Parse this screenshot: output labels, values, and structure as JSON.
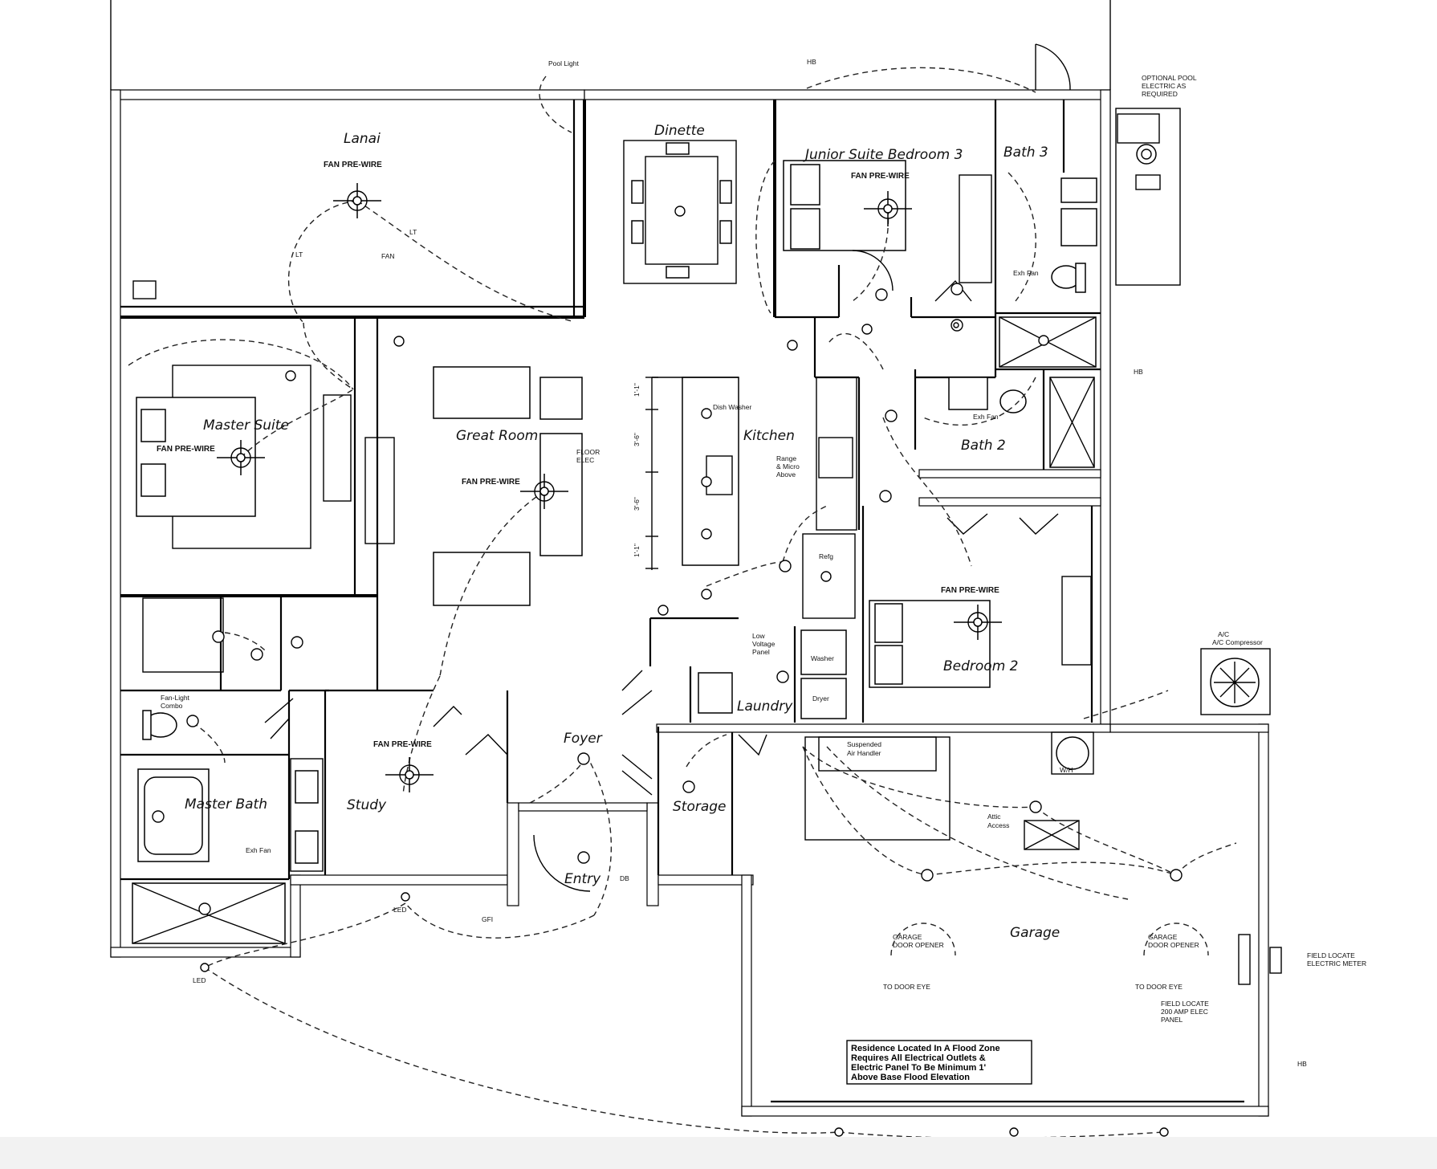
{
  "rooms": {
    "lanai": "Lanai",
    "dinette": "Dinette",
    "junior_suite": "Junior Suite Bedroom 3",
    "bath3": "Bath 3",
    "master_suite": "Master Suite",
    "great_room": "Great Room",
    "kitchen": "Kitchen",
    "bath2": "Bath 2",
    "bedroom2": "Bedroom 2",
    "laundry": "Laundry",
    "foyer": "Foyer",
    "master_bath": "Master Bath",
    "study": "Study",
    "storage": "Storage",
    "entry": "Entry",
    "garage": "Garage"
  },
  "labels": {
    "fan_prewire": "FAN PRE-WIRE",
    "pool_light": "Pool Light",
    "hb": "HB",
    "optional_pool": [
      "OPTIONAL POOL",
      "ELECTRIC AS",
      "REQUIRED"
    ],
    "ac_compressor": "A/C Compressor",
    "floor_elec": "FLOOR ELEC",
    "range": [
      "Range",
      "& Micro",
      "Above"
    ],
    "refg": "Refg",
    "dish": "Dish Washer",
    "low_voltage": [
      "Low",
      "Voltage",
      "Panel"
    ],
    "suspended": [
      "Suspended",
      "Air Handler"
    ],
    "attic": [
      "Attic",
      "Access"
    ],
    "garage_door_opener": [
      "GARAGE",
      "DOOR OPENER"
    ],
    "to_door_eye": "TO DOOR EYE",
    "field_meter": [
      "FIELD LOCATE",
      "ELECTRIC METER"
    ],
    "field_panel": [
      "FIELD LOCATE",
      "200 AMP ELEC",
      "PANEL"
    ],
    "fan_light_combo": [
      "Fan-Light",
      "Combo"
    ],
    "exh_fan": "Exh Fan",
    "washer": "Washer",
    "dryer": "Dryer",
    "led": "LED",
    "gfi": "GFI",
    "lt": "LT",
    "fan": "FAN",
    "wh": "W/H",
    "db": "DB"
  },
  "flood_note": [
    "Residence Located In A Flood Zone",
    "Requires All Electrical Outlets &",
    "Electric Panel To Be Minimum 1'",
    "Above Base Flood Elevation"
  ],
  "dims": [
    "1'-1\"",
    "3'-6\"",
    "3'-6\"",
    "1'-1\""
  ]
}
